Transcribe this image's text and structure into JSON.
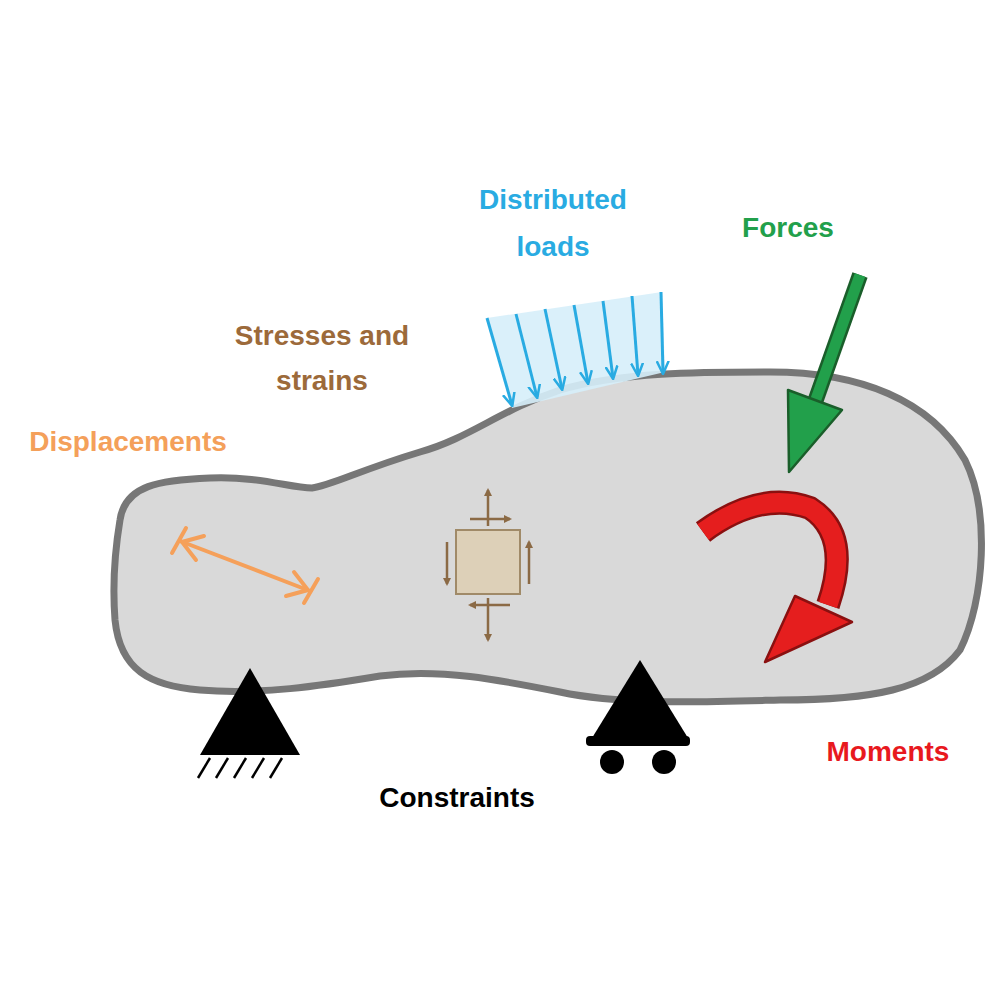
{
  "diagram": {
    "labels": [
      "Distributed loads",
      "Forces",
      "Stresses and strains",
      "Displacements",
      "Moments",
      "Constraints"
    ]
  }
}
